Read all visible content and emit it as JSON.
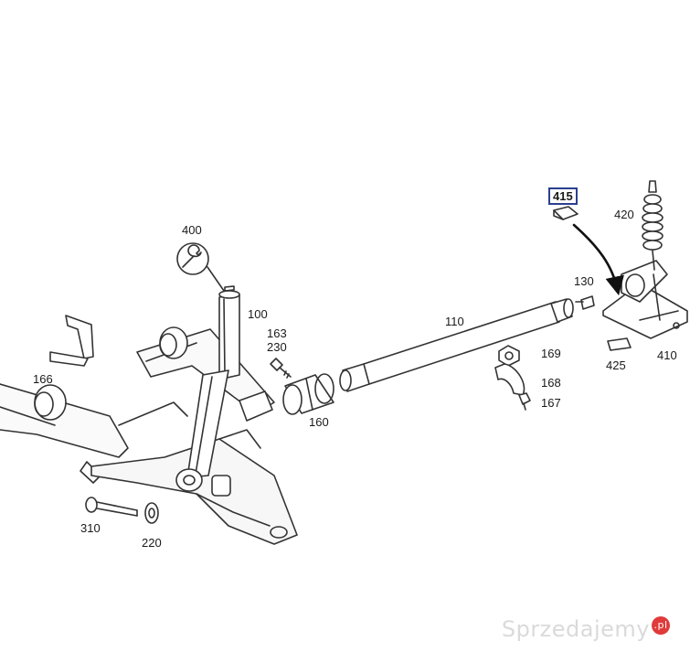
{
  "labels": {
    "p400": "400",
    "p100": "100",
    "p163": "163",
    "p230": "230",
    "p110": "110",
    "p130": "130",
    "p415": "415",
    "p420": "420",
    "p169": "169",
    "p168": "168",
    "p167": "167",
    "p160": "160",
    "p166": "166",
    "p310": "310",
    "p220": "220",
    "p425": "425",
    "p410": "410"
  },
  "watermark": {
    "text": "Sprzedajemy",
    "badge": ".pl"
  },
  "colors": {
    "ink": "#333333",
    "highlight_box": "#2a3f8f",
    "background": "#ffffff"
  }
}
